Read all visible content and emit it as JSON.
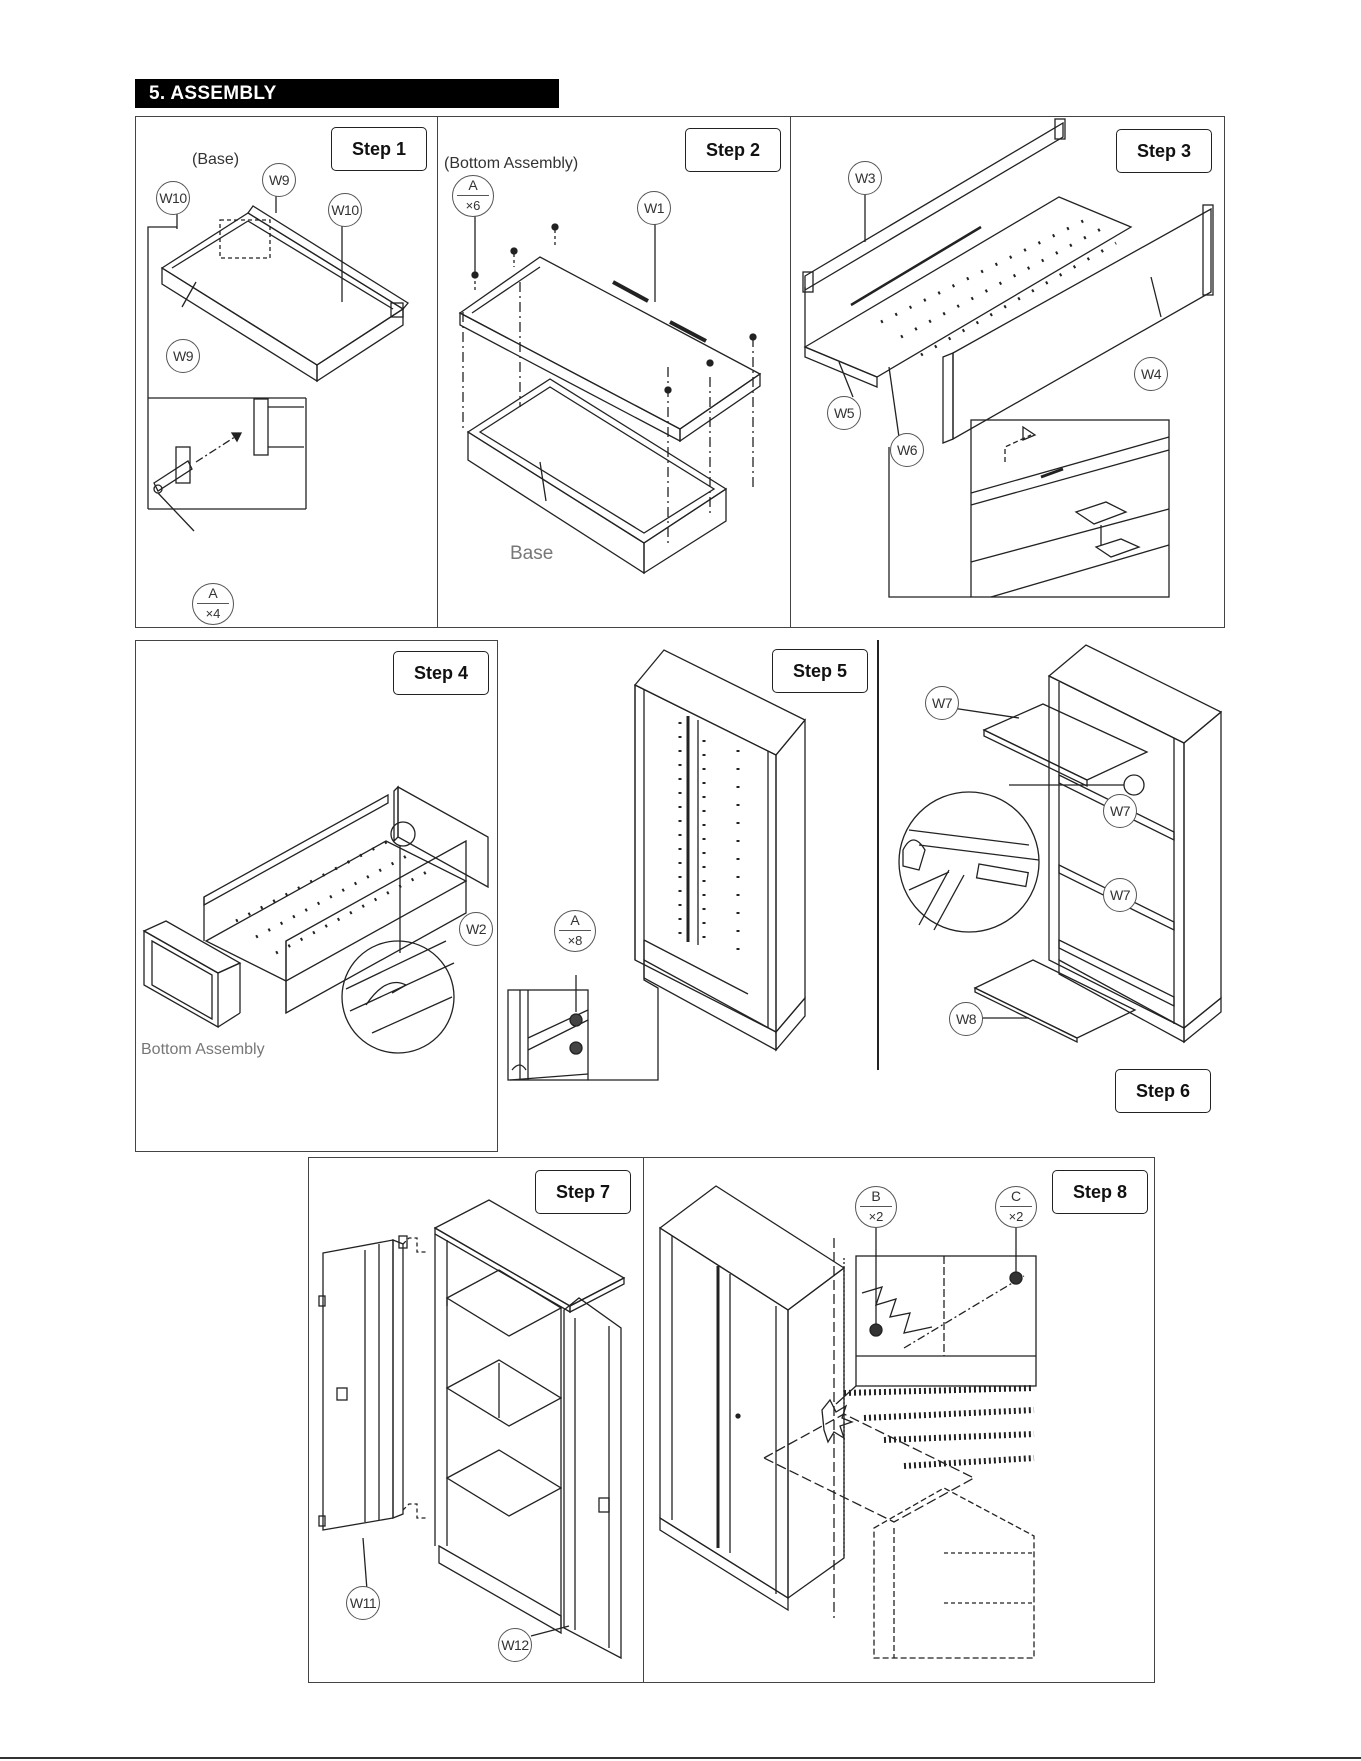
{
  "header": {
    "title": "5.   ASSEMBLY"
  },
  "steps": {
    "s1": {
      "label": "Step 1",
      "caption": "(Base)",
      "parts": [
        "W10",
        "W9",
        "W10",
        "W9"
      ],
      "fastener": {
        "letter": "A",
        "qty": "×4"
      }
    },
    "s2": {
      "label": "Step 2",
      "caption": "(Bottom Assembly)",
      "caption_base": "Base",
      "parts": [
        "W1"
      ],
      "fastener": {
        "letter": "A",
        "qty": "×6"
      }
    },
    "s3": {
      "label": "Step 3",
      "parts": [
        "W3",
        "W4",
        "W5",
        "W6"
      ]
    },
    "s4": {
      "label": "Step 4",
      "caption": "Bottom Assembly",
      "parts": [
        "W2"
      ]
    },
    "s5": {
      "label": "Step 5",
      "fastener": {
        "letter": "A",
        "qty": "×8"
      }
    },
    "s6": {
      "label": "Step 6",
      "parts": [
        "W7",
        "W7",
        "W7",
        "W8"
      ]
    },
    "s7": {
      "label": "Step 7",
      "parts": [
        "W11",
        "W12"
      ]
    },
    "s8": {
      "label": "Step 8",
      "fasteners": [
        {
          "letter": "B",
          "qty": "×2"
        },
        {
          "letter": "C",
          "qty": "×2"
        }
      ]
    }
  }
}
